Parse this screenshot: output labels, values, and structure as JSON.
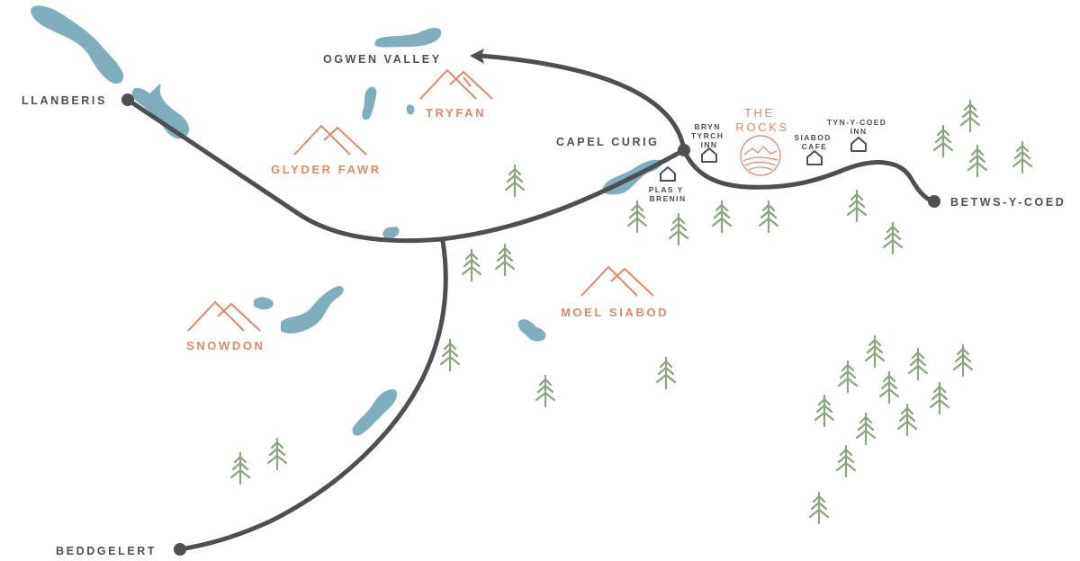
{
  "colors": {
    "water": "#7fafbd",
    "road": "#4d4f53",
    "mountain": "#e0896b",
    "tree": "#8aa57f"
  },
  "towns": {
    "llanberis": "LLANBERIS",
    "ogwen_valley": "OGWEN VALLEY",
    "capel_curig": "CAPEL CURIG",
    "betws_y_coed": "BETWS-Y-COED",
    "beddgelert": "BEDDGELERT"
  },
  "mountains": {
    "tryfan": "TRYFAN",
    "glyder_fawr": "GLYDER FAWR",
    "snowdon": "SNOWDON",
    "moel_siabod": "MOEL SIABOD"
  },
  "places": {
    "bryn_tyrch_inn": [
      "BRYN",
      "TYRCH",
      "INN"
    ],
    "plas_y_brenin": [
      "PLAS Y",
      "BRENIN"
    ],
    "siabod_cafe": [
      "SIABOD",
      "CAFE"
    ],
    "tyn_y_coed_inn": [
      "TYN-Y-COED",
      "INN"
    ]
  },
  "the_rocks": [
    "THE",
    "ROCKS"
  ],
  "icons": {
    "town_marker": "town-dot-icon",
    "direction": "arrow-head-icon",
    "mountain": "mountain-icon",
    "tree": "pine-tree-icon",
    "place": "house-icon",
    "emblem": "the-rocks-logo-icon"
  }
}
